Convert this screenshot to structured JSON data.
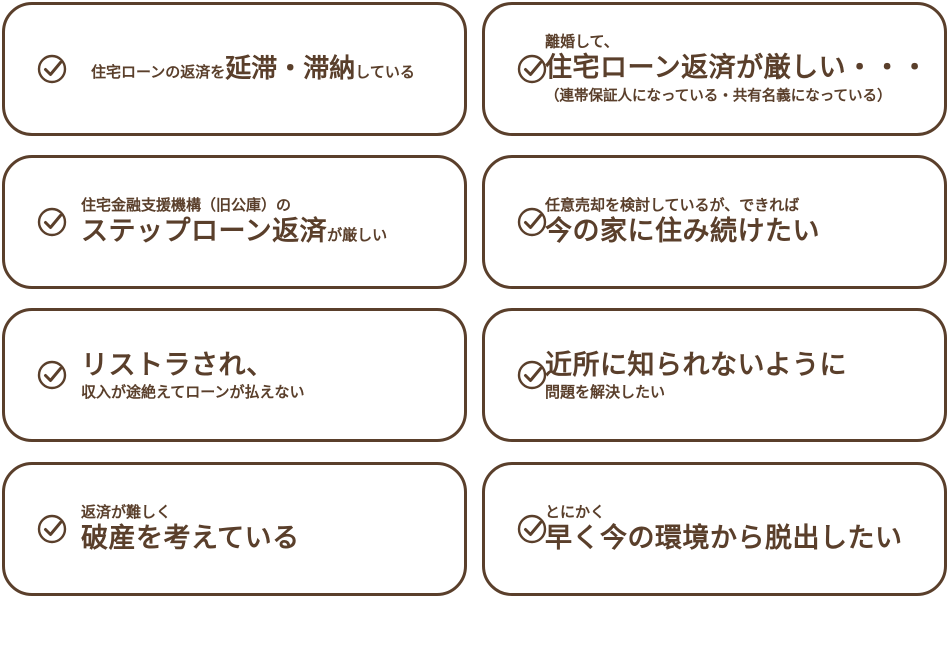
{
  "cards": [
    {
      "line1_small": "住宅ローンの返済を",
      "line1_large": "延滞・滞納",
      "line1_small2": "している"
    },
    {
      "line1": "離婚して、",
      "line2": "住宅ローン返済が厳しい・・・",
      "line3": "（連帯保証人になっている・共有名義になっている）"
    },
    {
      "line1": "住宅金融支援機構（旧公庫）の",
      "line2_large": "ステップローン返済",
      "line2_small": "が厳しい"
    },
    {
      "line1": "任意売却を検討しているが、できれば",
      "line2": "今の家に住み続けたい"
    },
    {
      "line1": "リストラされ、",
      "line2": "収入が途絶えてローンが払えない"
    },
    {
      "line1": "近所に知られないように",
      "line2": "問題を解決したい"
    },
    {
      "line1": "返済が難しく",
      "line2": "破産を考えている"
    },
    {
      "line1": "とにかく",
      "line2": "早く今の環境から脱出したい"
    }
  ],
  "icons": {
    "check": "check-circle-icon"
  },
  "colors": {
    "accent": "#5a3f2b",
    "background": "#ffffff"
  }
}
